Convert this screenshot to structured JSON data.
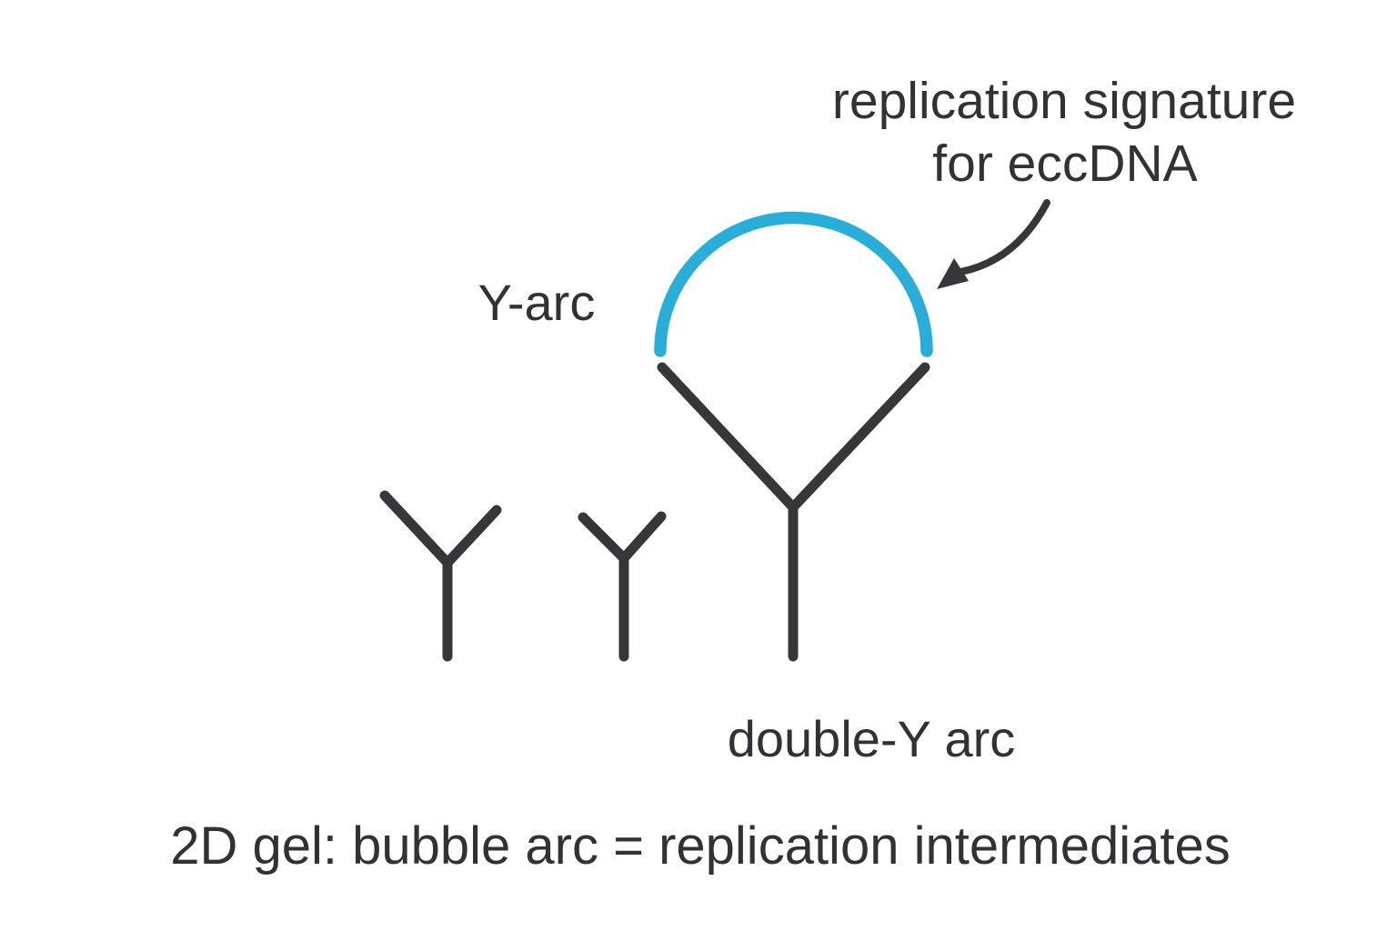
{
  "diagram": {
    "annotation": {
      "line1": "replication signature",
      "line2": "for eccDNA"
    },
    "labels": {
      "y_arc": "Y-arc",
      "double_y_arc": "double-Y arc"
    },
    "caption": "2D gel: bubble arc = replication intermediates",
    "colors": {
      "bubble_arc_blue": "#29aed9",
      "line_dark": "#35373b",
      "text_dark": "#303236",
      "background": "#ffffff"
    }
  }
}
